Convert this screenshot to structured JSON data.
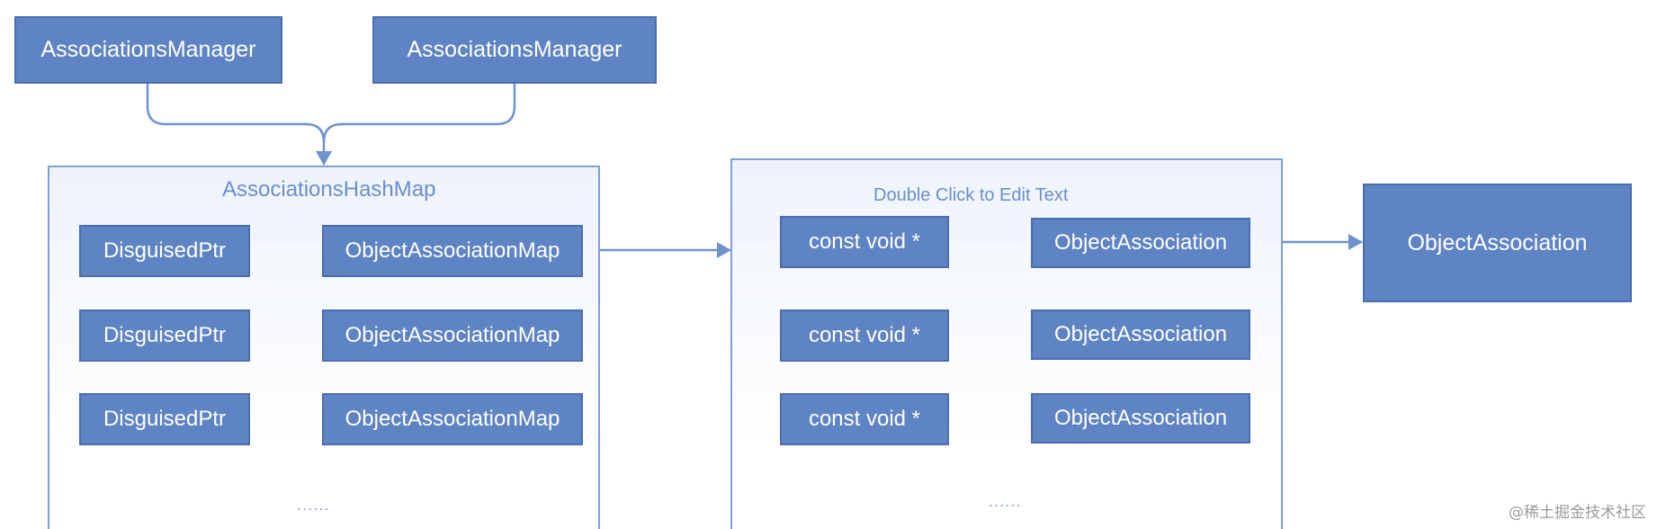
{
  "managers": [
    "AssociationsManager",
    "AssociationsManager"
  ],
  "hashmap": {
    "title": "AssociationsHashMap",
    "keys": [
      "DisguisedPtr",
      "DisguisedPtr",
      "DisguisedPtr"
    ],
    "values": [
      "ObjectAssociationMap",
      "ObjectAssociationMap",
      "ObjectAssociationMap"
    ],
    "ellipsis": "......"
  },
  "assocmap": {
    "title": "Double Click to Edit Text",
    "keys": [
      "const void *",
      "const void *",
      "const void *"
    ],
    "values": [
      "ObjectAssociation",
      "ObjectAssociation",
      "ObjectAssociation"
    ],
    "ellipsis": "......"
  },
  "target": "ObjectAssociation",
  "watermark": "@稀土掘金技术社区",
  "colors": {
    "box_fill": "#5e84c4",
    "box_border": "#4a6fae",
    "container_border": "#7ea0d6",
    "container_title": "#6a8fcd",
    "connector": "#6f93cf"
  }
}
